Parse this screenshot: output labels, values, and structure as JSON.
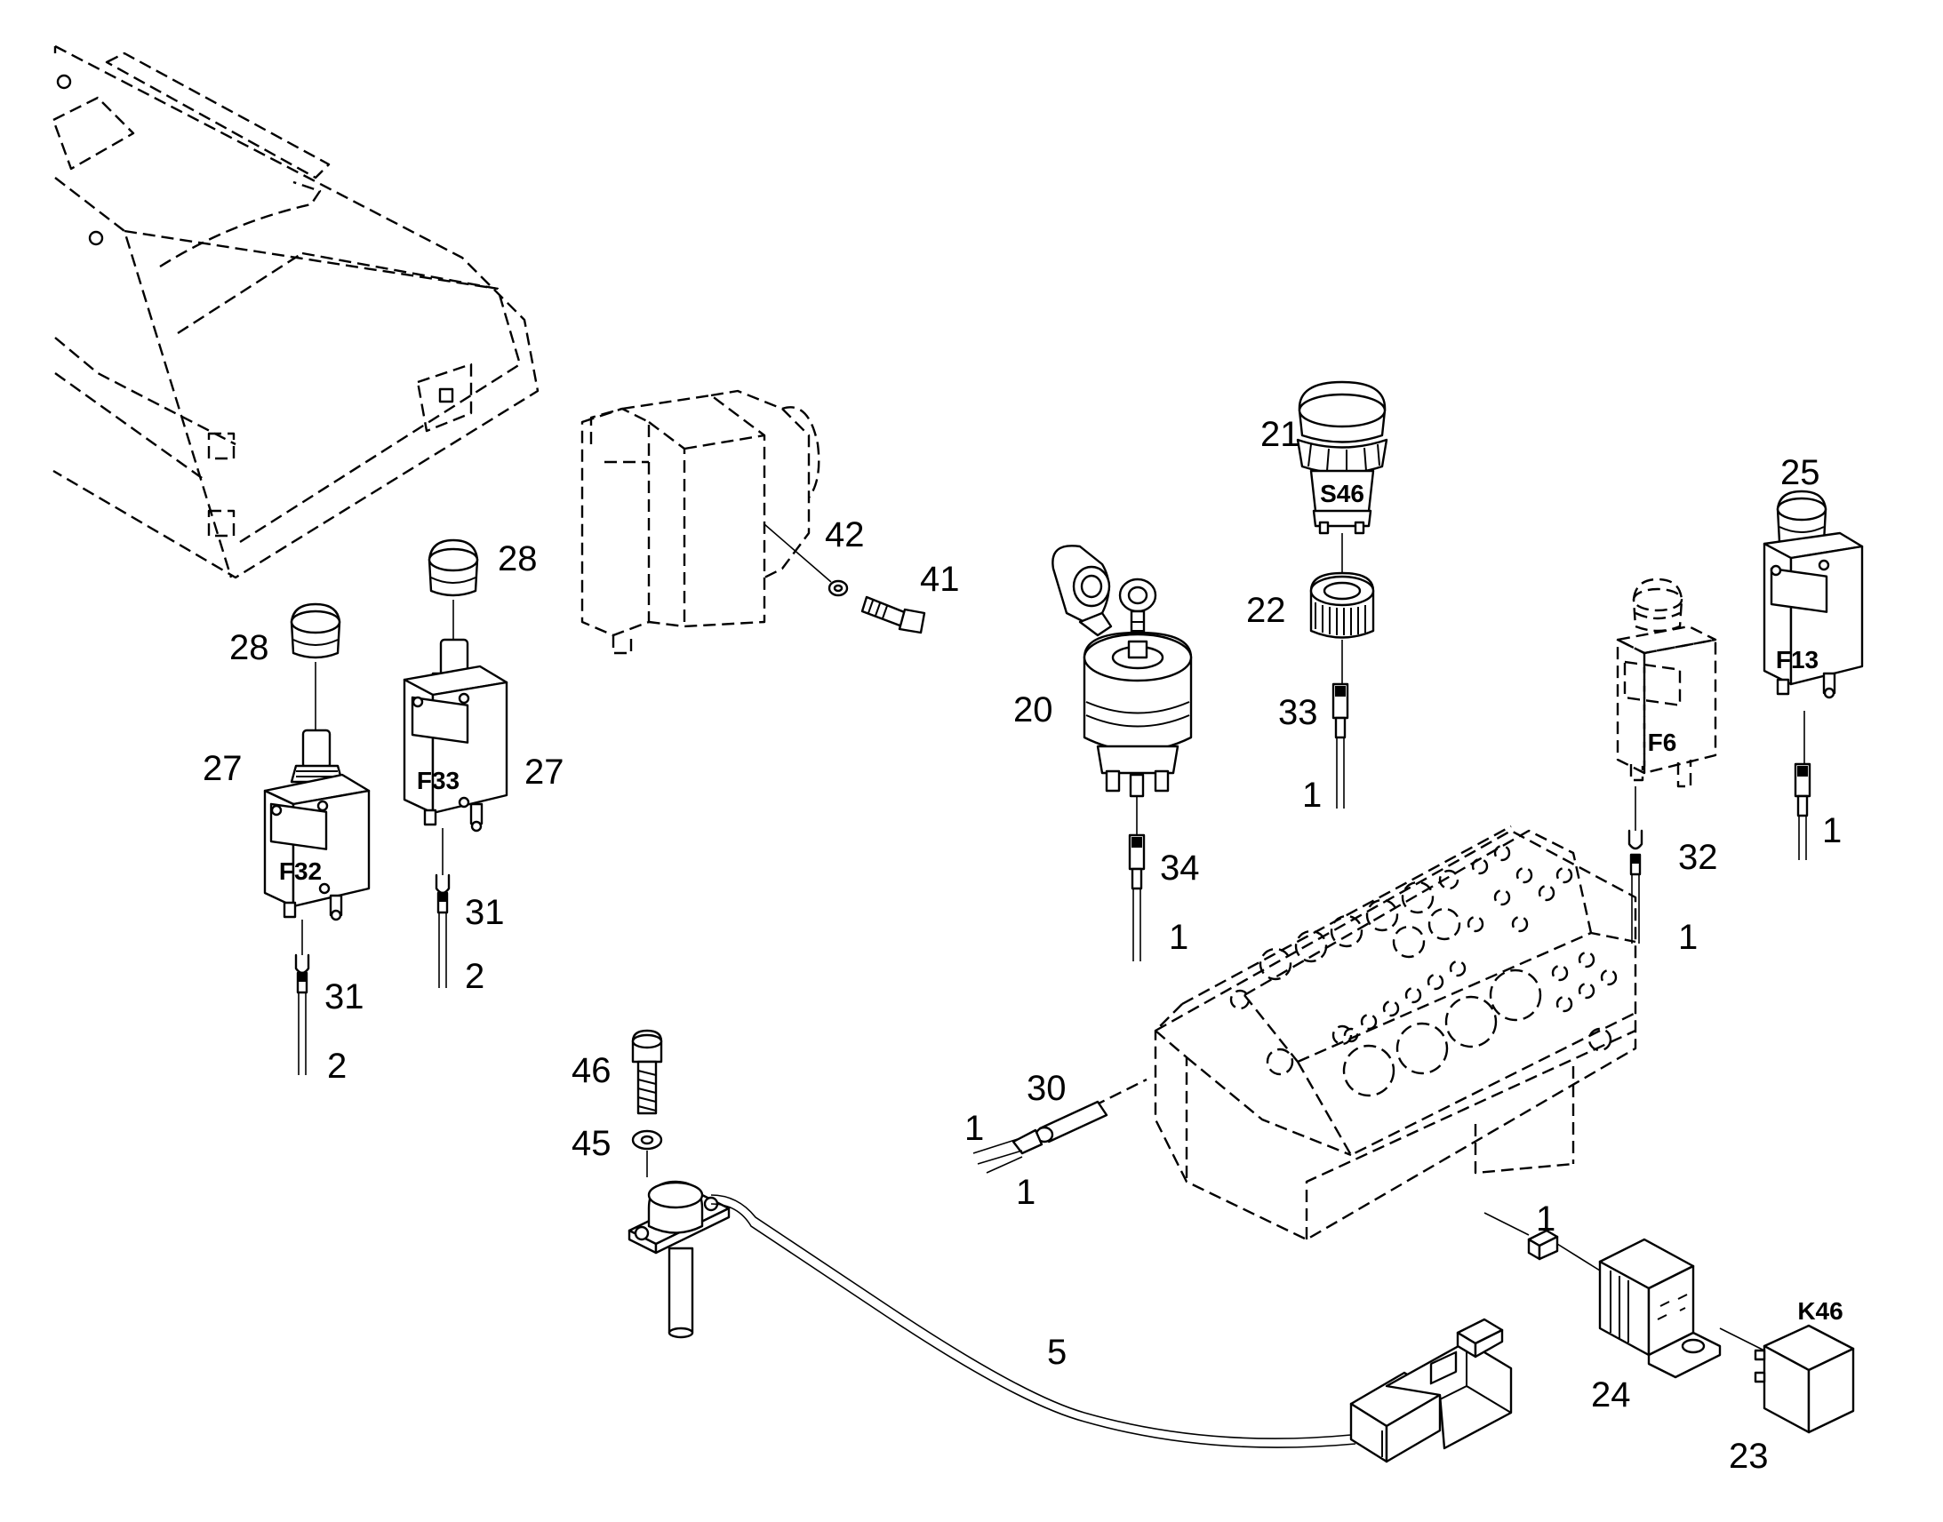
{
  "callouts": {
    "c1a": "1",
    "c1b": "1",
    "c1c": "1",
    "c1d": "1",
    "c1e": "1",
    "c1f": "1",
    "c1g": "1",
    "c2a": "2",
    "c2b": "2",
    "c5": "5",
    "c20": "20",
    "c21": "21",
    "c22": "22",
    "c23": "23",
    "c24": "24",
    "c25": "25",
    "c27a": "27",
    "c27b": "27",
    "c28a": "28",
    "c28b": "28",
    "c30": "30",
    "c31a": "31",
    "c31b": "31",
    "c32": "32",
    "c33": "33",
    "c34": "34",
    "c41": "41",
    "c42": "42",
    "c45": "45",
    "c46": "46"
  },
  "tags": {
    "f32": "F32",
    "f33": "F33",
    "f6": "F6",
    "f13": "F13",
    "s46": "S46",
    "k46": "K46"
  }
}
